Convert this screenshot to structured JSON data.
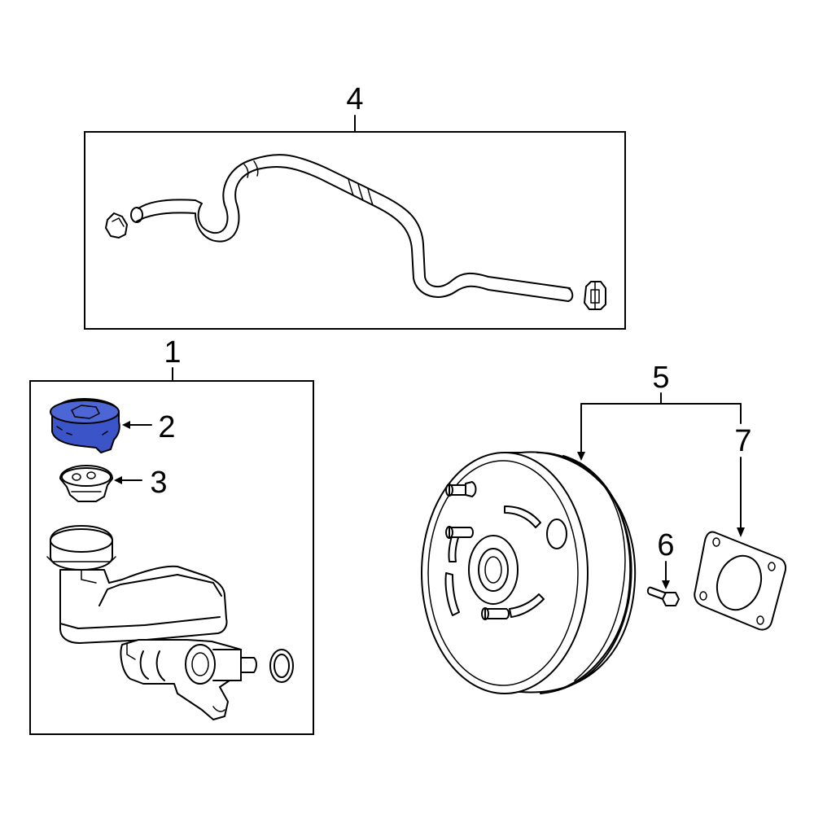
{
  "callouts": {
    "c1": "1",
    "c2": "2",
    "c3": "3",
    "c4": "4",
    "c5": "5",
    "c6": "6",
    "c7": "7"
  },
  "colors": {
    "highlight": "#3b55c8",
    "highlight_dark": "#2a3f9e",
    "line": "#000000",
    "background": "#ffffff"
  },
  "highlighted_part": "2"
}
